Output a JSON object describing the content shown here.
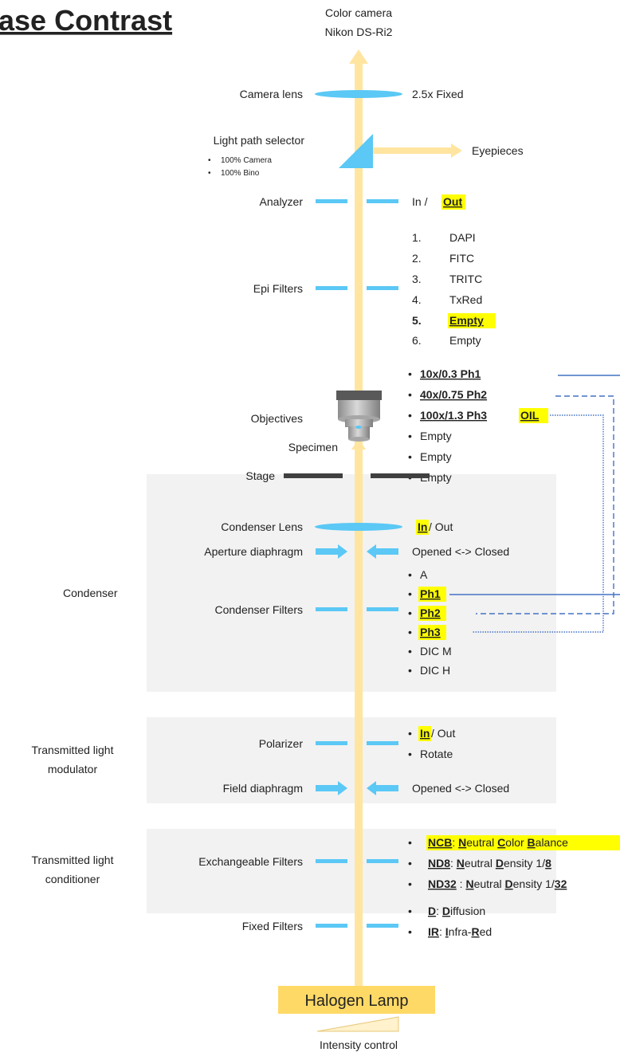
{
  "title": "ase Contrast",
  "camera": {
    "line1": "Color camera",
    "line2": "Nikon DS-Ri2"
  },
  "camera_lens": {
    "label": "Camera lens",
    "value": "2.5x Fixed"
  },
  "light_path": {
    "label": "Light path selector",
    "options": [
      "100% Camera",
      "100% Bino"
    ],
    "output": "Eyepieces"
  },
  "analyzer": {
    "label": "Analyzer",
    "in": "In",
    "sep": " / ",
    "out": "Out"
  },
  "epi": {
    "label": "Epi Filters",
    "items": [
      {
        "num": "1.",
        "name": "DAPI"
      },
      {
        "num": "2.",
        "name": "FITC"
      },
      {
        "num": "3.",
        "name": "TRITC"
      },
      {
        "num": "4.",
        "name": "TxRed"
      },
      {
        "num": "5.",
        "name": "Empty"
      },
      {
        "num": "6.",
        "name": "Empty"
      }
    ]
  },
  "objectives": {
    "label": "Objectives",
    "items": [
      "10x/0.3 Ph1",
      "40x/0.75 Ph2",
      "100x/1.3 Ph3 ",
      "OIL",
      "Empty",
      "Empty",
      "Empty"
    ]
  },
  "bullet": "•",
  "specimen": "Specimen",
  "stage": "Stage",
  "condenser": {
    "group": "Condenser",
    "lens_label": "Condenser Lens",
    "lens_in": "In",
    "lens_rest": " / Out",
    "aperture_label": "Aperture diaphragm",
    "aperture_value": "Opened <-> Closed",
    "filters_label": "Condenser Filters",
    "filters": [
      "A",
      "Ph1",
      "Ph2",
      "Ph3",
      "DIC M",
      "DIC H"
    ]
  },
  "modulator": {
    "group_line1": "Transmitted light",
    "group_line2": "modulator",
    "polarizer_label": "Polarizer",
    "polarizer_in": "In",
    "polarizer_rest": " / Out",
    "polarizer_rotate": "Rotate",
    "field_label": "Field diaphragm",
    "field_value": "Opened <-> Closed"
  },
  "conditioner": {
    "group_line1": "Transmitted light",
    "group_line2": "conditioner",
    "exchange_label": "Exchangeable Filters",
    "ncb": [
      "NCB",
      ": ",
      "N",
      "eutral ",
      "C",
      "olor ",
      "B",
      "alance"
    ],
    "nd8": [
      "ND8",
      ": ",
      "N",
      "eutral ",
      "D",
      "ensity 1/",
      "8"
    ],
    "nd32": [
      "ND32",
      " : ",
      "N",
      "eutral ",
      "D",
      "ensity 1/",
      "32"
    ],
    "fixed_label": "Fixed Filters",
    "d": [
      "D",
      ": ",
      "D",
      "iffusion"
    ],
    "ir": [
      "IR",
      ": ",
      "I",
      "nfra-",
      "R",
      "ed"
    ]
  },
  "lamp": {
    "label": "Halogen Lamp",
    "intensity": "Intensity control"
  },
  "colors": {
    "beam": "#ffe5a0",
    "optic": "#5bc8f5",
    "panel": "#f2f2f2",
    "highlight": "#ffff00",
    "lamp": "#ffd966",
    "link": "#4472c4"
  }
}
